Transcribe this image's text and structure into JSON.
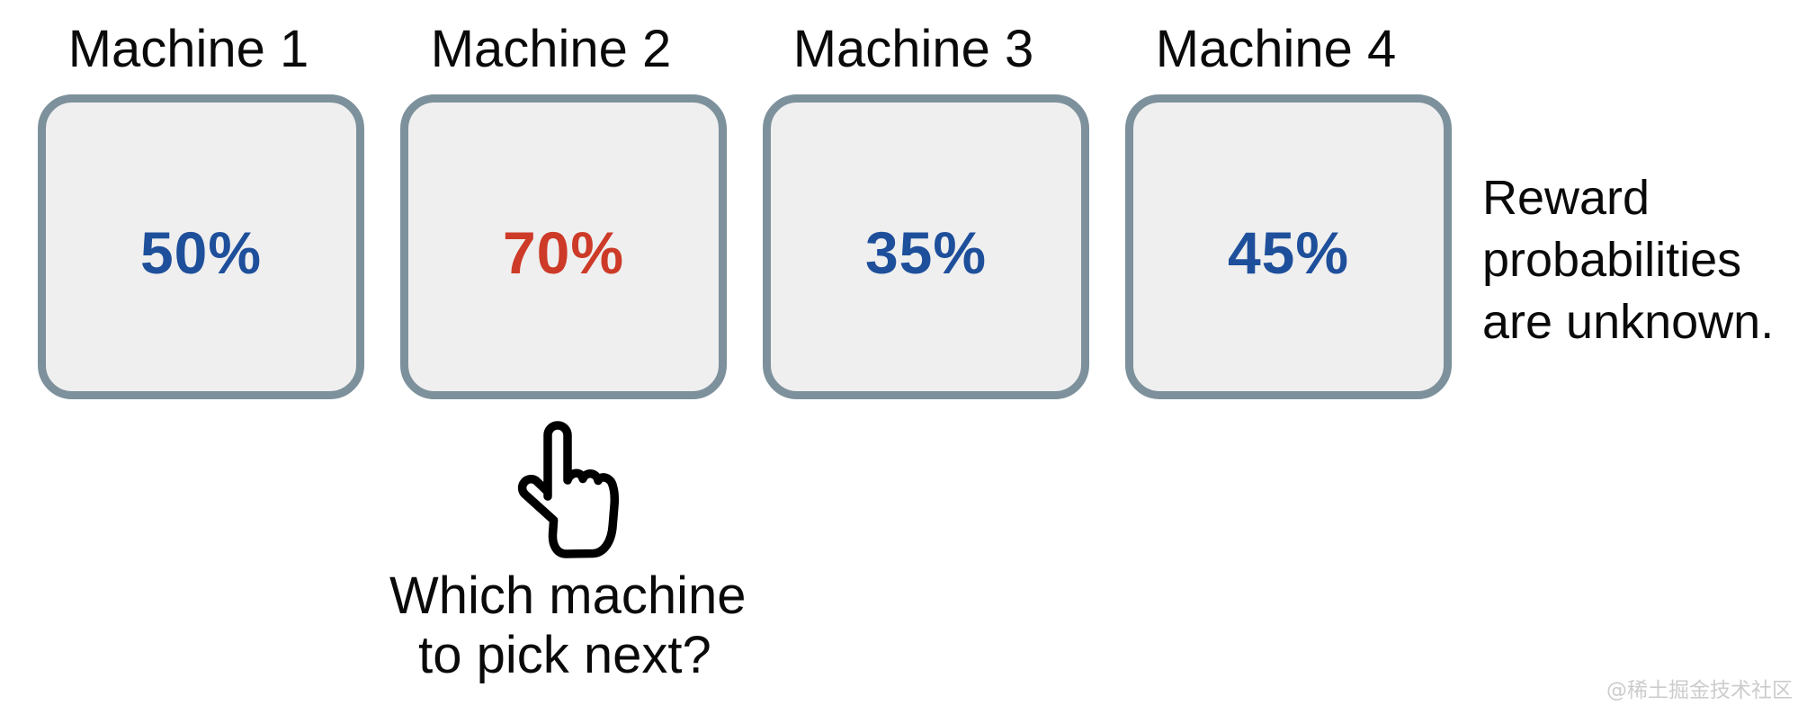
{
  "machines": [
    {
      "label": "Machine 1",
      "probability": "50%",
      "value_color": "#1e4f9b"
    },
    {
      "label": "Machine 2",
      "probability": "70%",
      "value_color": "#cd3a28"
    },
    {
      "label": "Machine 3",
      "probability": "35%",
      "value_color": "#1e4f9b"
    },
    {
      "label": "Machine 4",
      "probability": "45%",
      "value_color": "#1e4f9b"
    }
  ],
  "question": {
    "line1": "Which machine",
    "line2": "to pick next?"
  },
  "note": {
    "line1": "Reward",
    "line2": "probabilities",
    "line3": "are unknown."
  },
  "watermark": "@稀土掘金技术社区",
  "icons": {
    "hand_pointer": "pointing-hand"
  },
  "colors": {
    "text": "#0a0a0a",
    "box_fill": "#efefef",
    "box_border": "#7d919c",
    "value_blue": "#1e4f9b",
    "value_red": "#cd3a28",
    "watermark_color": "#cccccc"
  }
}
